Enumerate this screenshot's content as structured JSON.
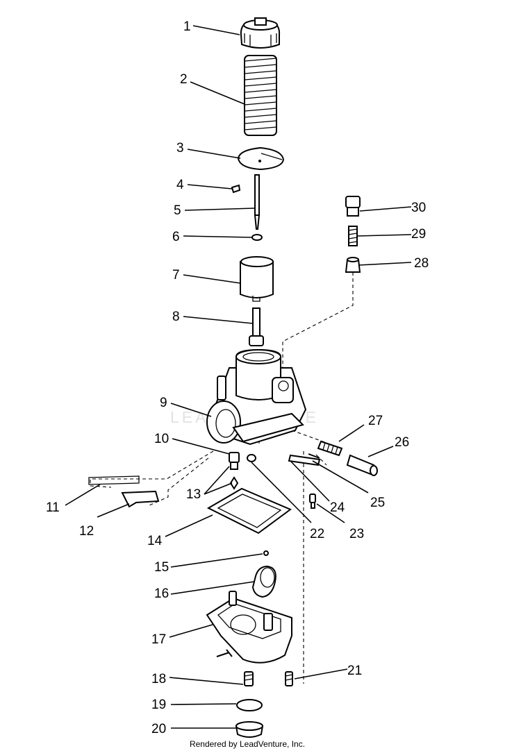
{
  "callouts": [
    {
      "id": "1"
    },
    {
      "id": "2"
    },
    {
      "id": "3"
    },
    {
      "id": "4"
    },
    {
      "id": "5"
    },
    {
      "id": "6"
    },
    {
      "id": "7"
    },
    {
      "id": "8"
    },
    {
      "id": "9"
    },
    {
      "id": "10"
    },
    {
      "id": "11"
    },
    {
      "id": "12"
    },
    {
      "id": "13"
    },
    {
      "id": "14"
    },
    {
      "id": "15"
    },
    {
      "id": "16"
    },
    {
      "id": "17"
    },
    {
      "id": "18"
    },
    {
      "id": "19"
    },
    {
      "id": "20"
    },
    {
      "id": "21"
    },
    {
      "id": "22"
    },
    {
      "id": "23"
    },
    {
      "id": "24"
    },
    {
      "id": "25"
    },
    {
      "id": "26"
    },
    {
      "id": "27"
    },
    {
      "id": "28"
    },
    {
      "id": "29"
    },
    {
      "id": "30"
    }
  ],
  "watermark": "LEADVENTURE",
  "footer": "Rendered by LeadVenture, Inc."
}
